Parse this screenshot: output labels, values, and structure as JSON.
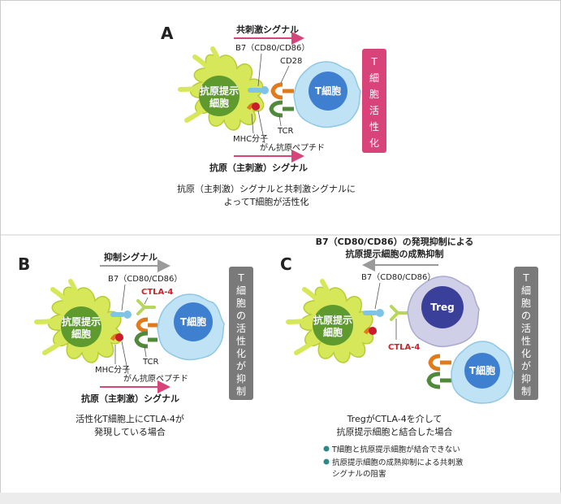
{
  "panel_a": {
    "letter": "A",
    "costim_signal": "共刺激シグナル",
    "b7_label": "B7（CD80/CD86）",
    "cd28_label": "CD28",
    "apc_label_1": "抗原提示",
    "apc_label_2": "細胞",
    "t_cell_label": "T細胞",
    "mhc_label": "MHC分子",
    "tcr_label": "TCR",
    "peptide_label": "がん抗原ペプチド",
    "antigen_signal": "抗原（主刺激）シグナル",
    "caption_1": "抗原（主刺激）シグナルと共刺激シグナルに",
    "caption_2": "よってT細胞が活性化",
    "side_box": [
      "T",
      "細",
      "胞",
      "活",
      "性",
      "化"
    ],
    "side_box_color": "#d8437a"
  },
  "panel_b": {
    "letter": "B",
    "inhibit_signal": "抑制シグナル",
    "b7_label": "B7（CD80/CD86）",
    "ctla4_label": "CTLA-4",
    "apc_label_1": "抗原提示",
    "apc_label_2": "細胞",
    "t_cell_label": "T細胞",
    "mhc_label": "MHC分子",
    "tcr_label": "TCR",
    "peptide_label": "がん抗原ペプチド",
    "antigen_signal": "抗原（主刺激）シグナル",
    "caption_1": "活性化T細胞上にCTLA-4が",
    "caption_2": "発現している場合",
    "side_box": [
      "T",
      "細",
      "胞",
      "の",
      "活",
      "性",
      "化",
      "が",
      "抑",
      "制"
    ],
    "side_box_color": "#7a7a7a"
  },
  "panel_c": {
    "letter": "C",
    "title_1": "B7（CD80/CD86）の発現抑制による",
    "title_2": "抗原提示細胞の成熟抑制",
    "b7_label": "B7（CD80/CD86）",
    "treg_label": "Treg",
    "ctla4_label": "CTLA-4",
    "apc_label_1": "抗原提示",
    "apc_label_2": "細胞",
    "t_cell_label": "T細胞",
    "caption_1": "TregがCTLA-4を介して",
    "caption_2": "抗原提示細胞と結合した場合",
    "bullets": [
      "T細胞と抗原提示細胞が結合できない",
      "抗原提示細胞の成熟抑制による共刺激",
      "シグナルの阻害"
    ],
    "side_box": [
      "T",
      "細",
      "胞",
      "の",
      "活",
      "性",
      "化",
      "が",
      "抑",
      "制"
    ],
    "side_box_color": "#7a7a7a"
  },
  "colors": {
    "apc_outer": "#d6e85a",
    "apc_nucleus": "#5e9a2e",
    "t_cell_outer": "#bfe3f5",
    "t_cell_nucleus": "#3f7fd0",
    "treg_outer": "#cfcfe8",
    "treg_nucleus": "#3a3f9a",
    "pink_arrow": "#d8437a",
    "gray_arrow": "#9a9a9a",
    "ctla4_text": "#d0202a"
  }
}
